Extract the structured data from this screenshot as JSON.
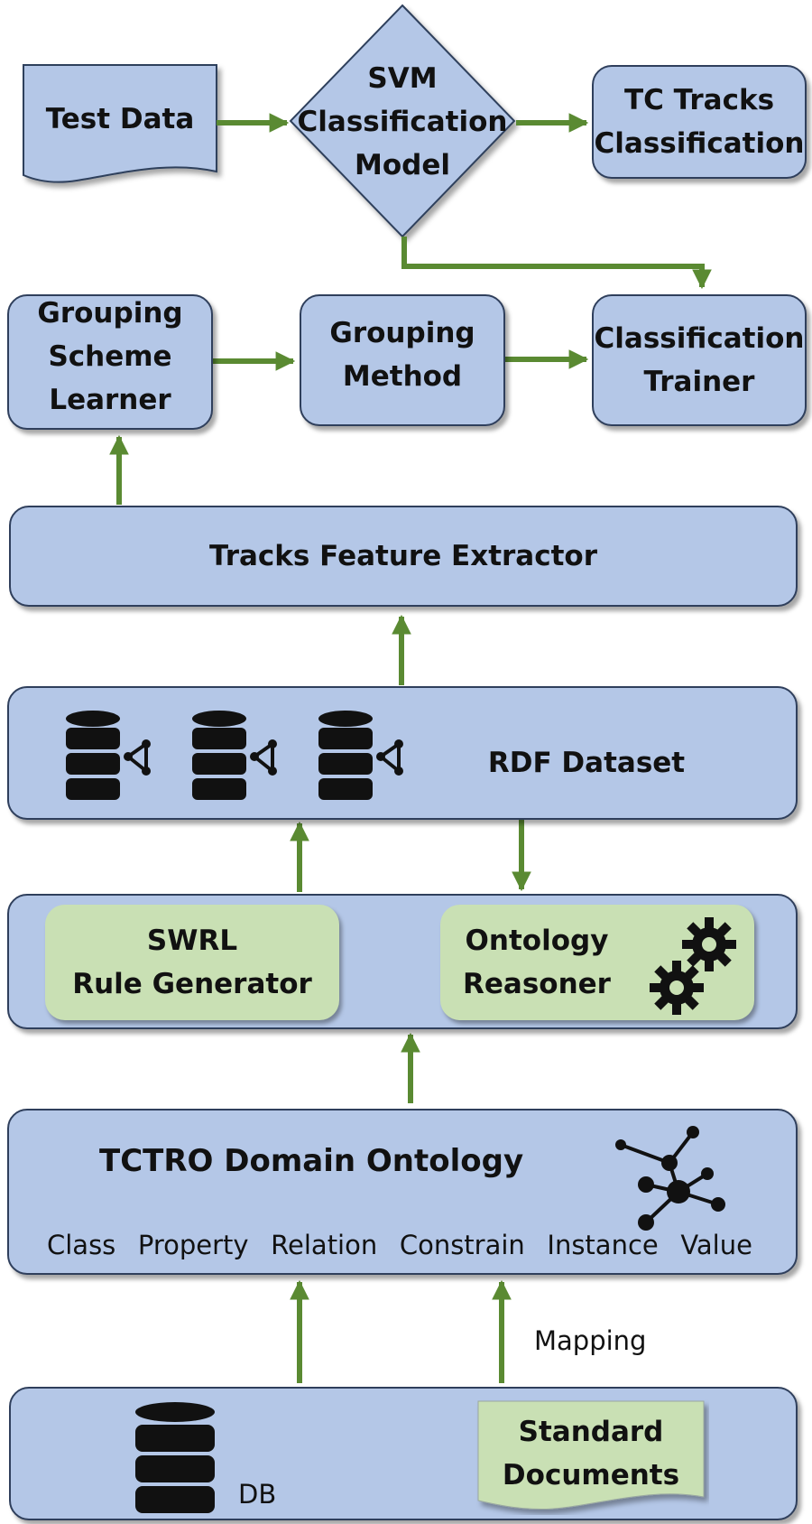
{
  "nodes": {
    "test_data": "Test Data",
    "svm_model": "SVM\nClassification\nModel",
    "tc_tracks": "TC Tracks\nClassification",
    "grouping_scheme": "Grouping\nScheme\nLearner",
    "grouping_method": "Grouping\nMethod",
    "classification_trainer": "Classification\nTrainer",
    "feature_extractor": "Tracks Feature Extractor",
    "rdf_dataset": "RDF Dataset",
    "swrl": "SWRL\nRule Generator",
    "reasoner": "Ontology\nReasoner",
    "ontology_title": "TCTRO  Domain Ontology",
    "ontology_attrs": [
      "Class",
      "Property",
      "Relation",
      "Constrain",
      "Instance",
      "Value"
    ],
    "mapping": "Mapping",
    "db": "DB",
    "standard_docs": "Standard\nDocuments"
  },
  "colors": {
    "box_fill": "#b4c7e7",
    "sub_fill": "#c9e0b4",
    "border": "#2f3f5c",
    "arrow": "#5a8a32",
    "icon": "#111111"
  },
  "icons": [
    "database-graph-icon",
    "gears-icon",
    "network-graph-icon",
    "database-icon",
    "document-icon"
  ]
}
